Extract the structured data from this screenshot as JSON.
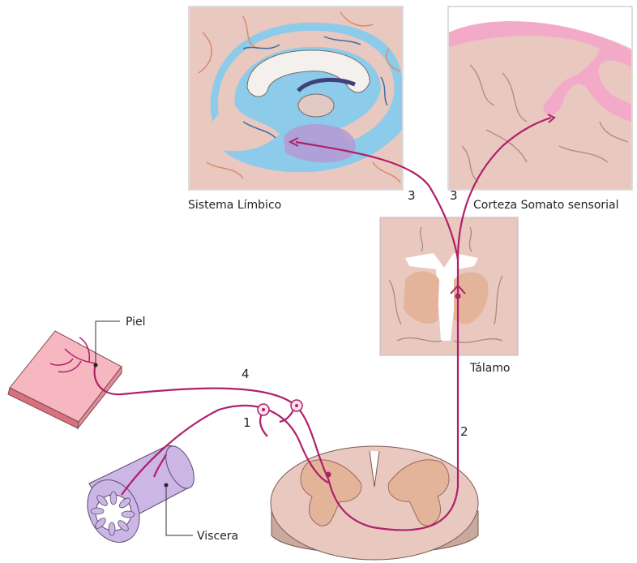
{
  "labels": {
    "limbic": "Sistema Límbico",
    "cortex": "Corteza Somato sensorial",
    "thalamus": "Tálamo",
    "skin": "Piel",
    "viscera": "Viscera"
  },
  "numbers": {
    "n1": "1",
    "n2": "2",
    "n3_left": "3",
    "n3_right": "3",
    "n4": "4"
  },
  "colors": {
    "pathway": "#b0206a",
    "tissue": "#e9c8c0",
    "grey_matter": "#e3b49a",
    "limbic_blue": "#8ccbe9",
    "cortex_pink": "#f3aac8",
    "skin": "#f6b7c0",
    "viscera": "#cbb6e6"
  }
}
